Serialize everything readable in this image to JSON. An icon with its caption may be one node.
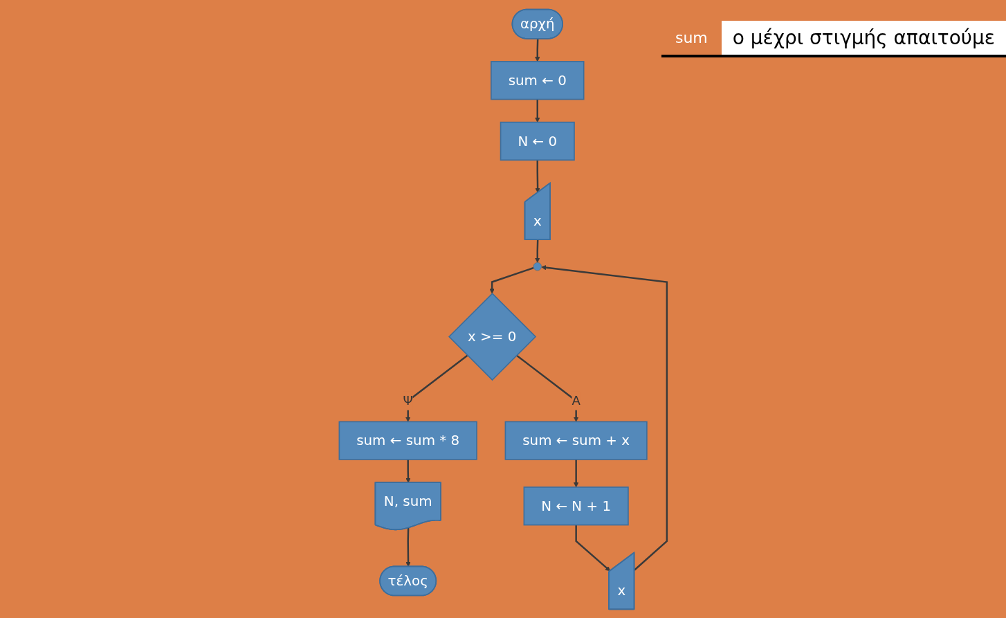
{
  "diagram": {
    "nodes": [
      {
        "text": [
          "αρχή"
        ]
      },
      {
        "text": [
          "sum ← 0"
        ]
      },
      {
        "text": [
          "N ← 0"
        ]
      },
      {
        "text": [
          "x"
        ]
      },
      {
        "text": [],
        "shape": "circle"
      },
      {
        "text": [
          "x >= 0"
        ]
      },
      {
        "text": [
          "sum ← sum * 8"
        ]
      },
      {
        "text": [
          "sum ← sum + x"
        ]
      },
      {
        "text": [
          "N ← N + 1"
        ]
      },
      {
        "text": [
          "x"
        ]
      },
      {
        "text": [
          "N, sum"
        ]
      },
      {
        "text": [
          "τέλος"
        ]
      }
    ],
    "edges": [
      {
        "from": 0,
        "to": 1,
        "arrow": "to"
      },
      {
        "from": 1,
        "to": 2,
        "arrow": "to"
      },
      {
        "from": 2,
        "to": 3,
        "arrow": "to"
      },
      {
        "from": 3,
        "to": 4,
        "arrow": "to"
      },
      {
        "from": 4,
        "to": 5,
        "arrow": "to"
      },
      {
        "from": 5,
        "to": 6,
        "label": "Ψ",
        "arrow": "to"
      },
      {
        "from": 5,
        "to": 7,
        "label": "Α",
        "arrow": "to"
      },
      {
        "from": 7,
        "to": 8,
        "arrow": "to"
      },
      {
        "from": 8,
        "to": 9,
        "arrow": "to"
      },
      {
        "from": 9,
        "to": 4,
        "arrow": "to"
      },
      {
        "from": 6,
        "to": 10,
        "arrow": "to"
      },
      {
        "from": 10,
        "to": 11,
        "arrow": "to"
      }
    ],
    "labels": [
      "sum",
      "ο μέχρι στιγμής απαιτούμε"
    ]
  }
}
